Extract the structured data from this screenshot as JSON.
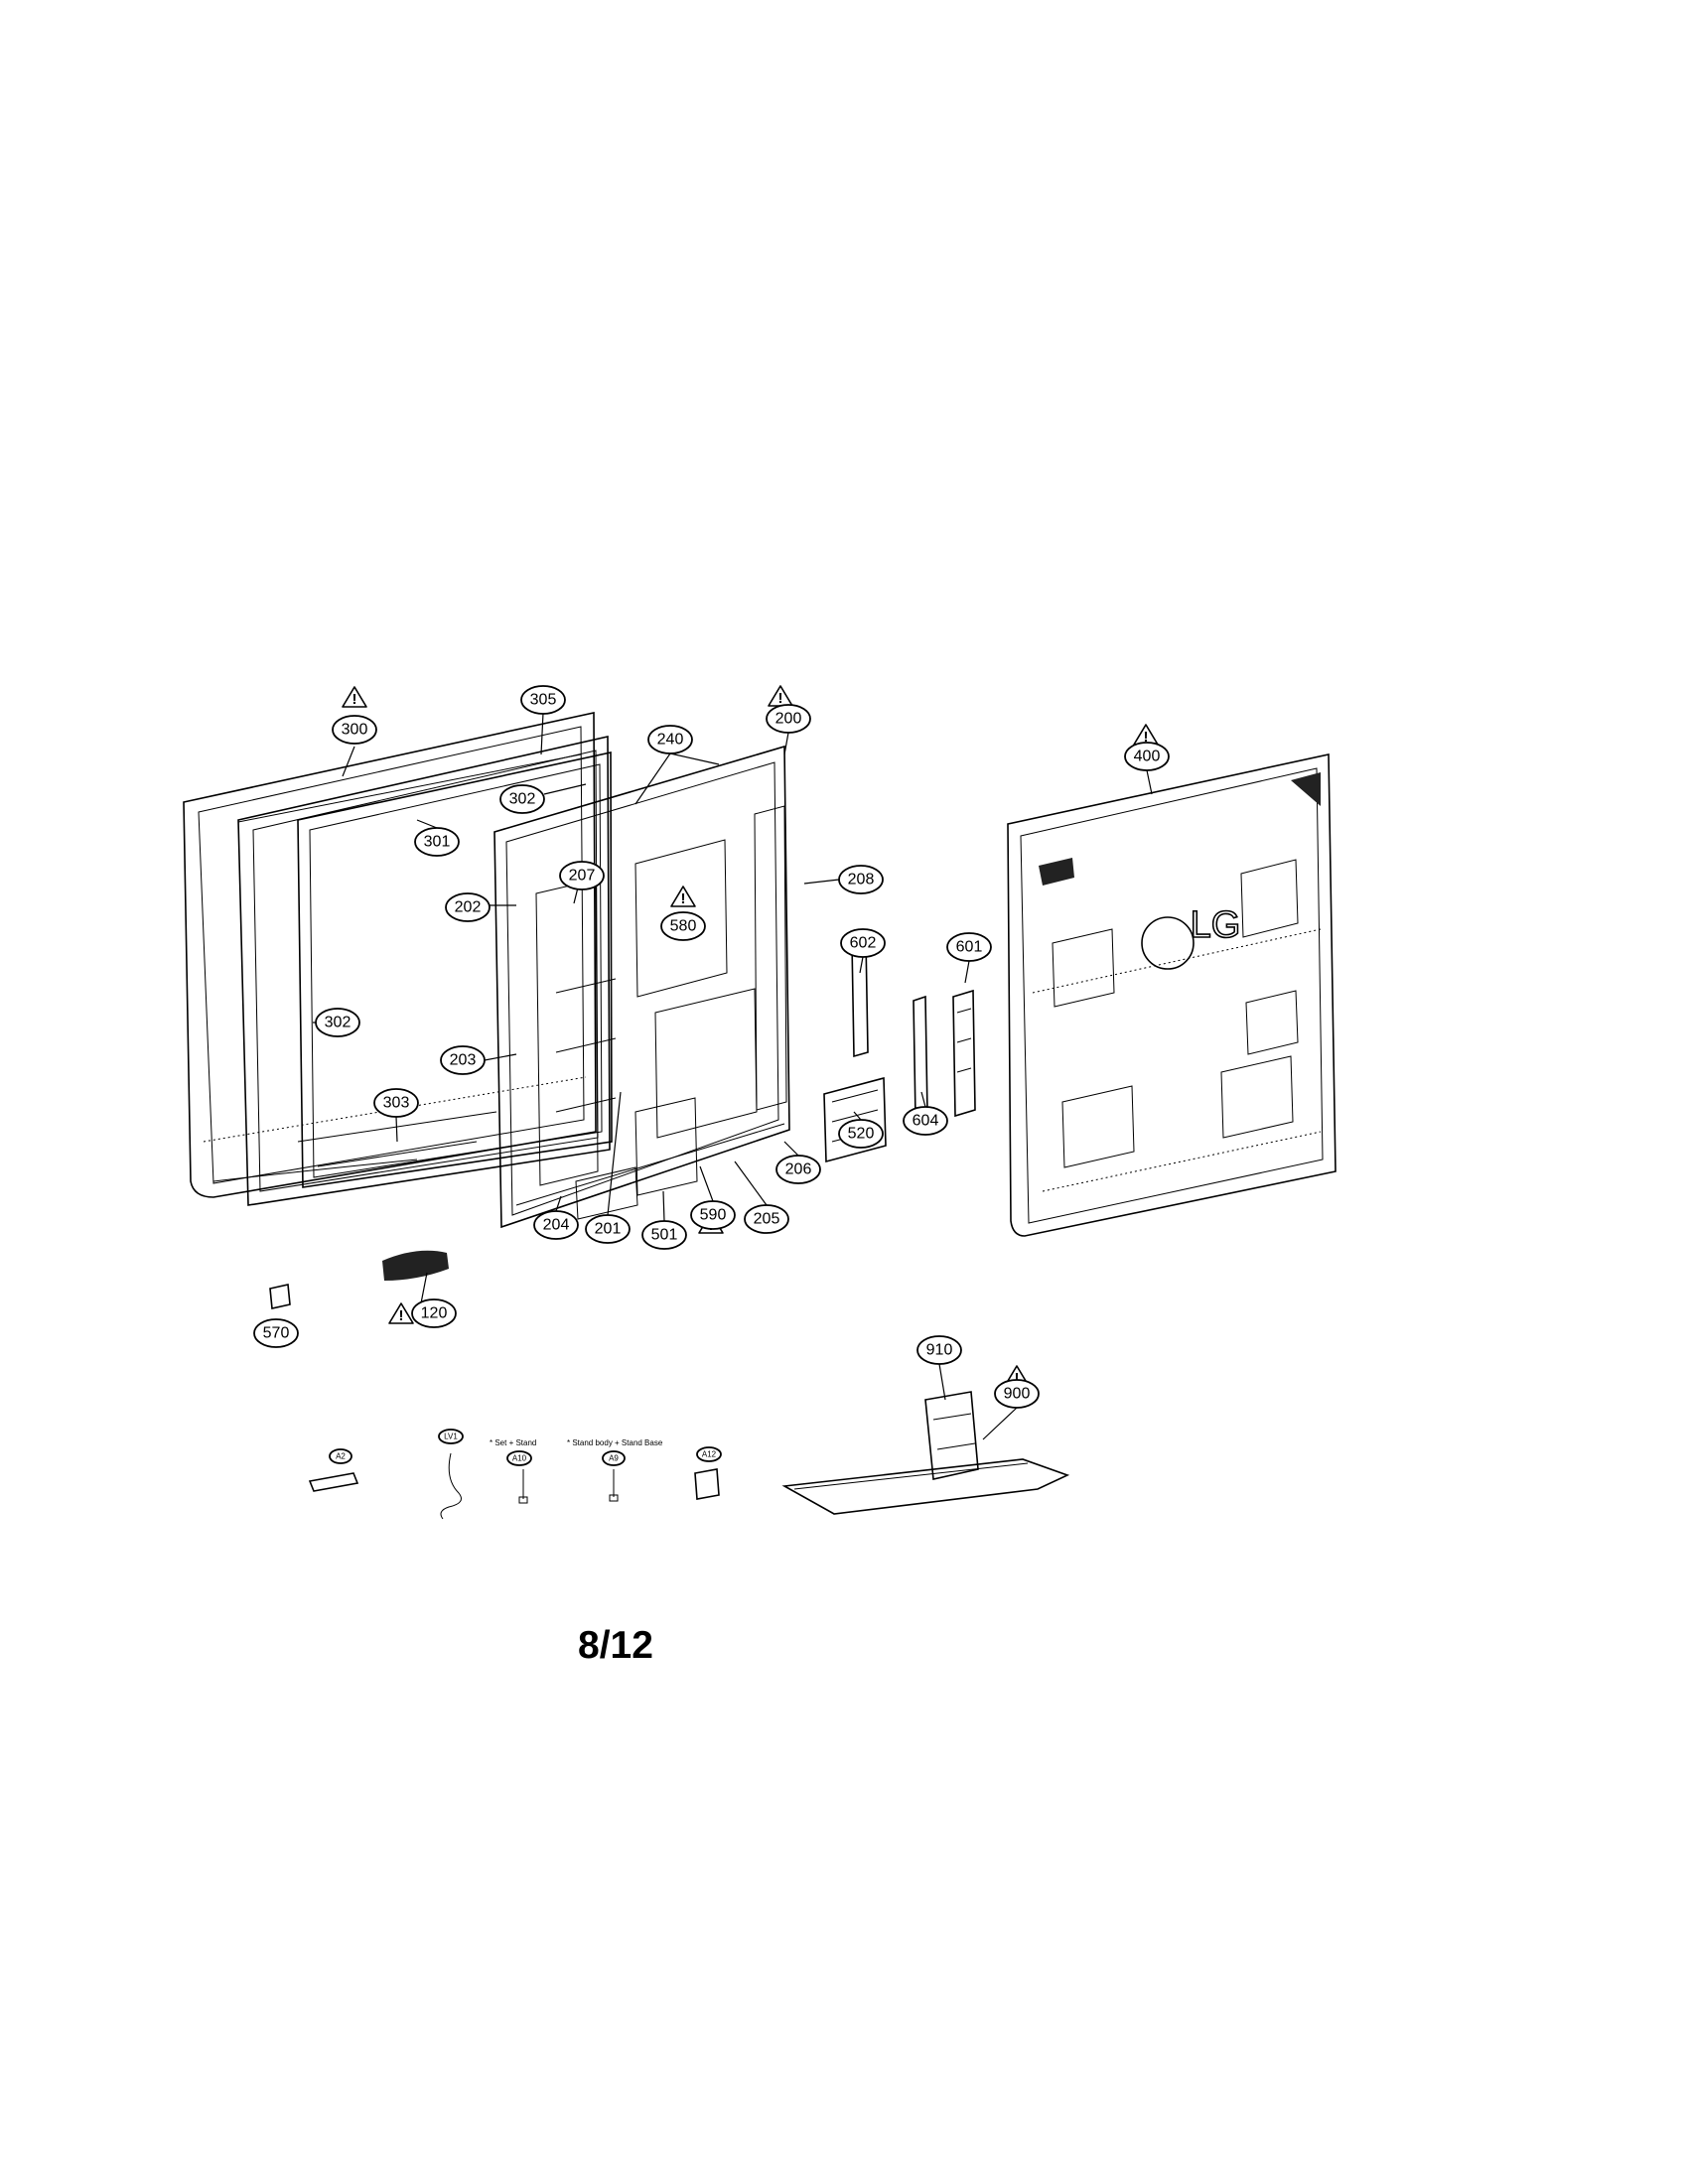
{
  "callouts": [
    "300",
    "305",
    "200",
    "240",
    "302",
    "301",
    "202",
    "207",
    "580",
    "208",
    "400",
    "602",
    "601",
    "302",
    "203",
    "303",
    "520",
    "604",
    "206",
    "204",
    "201",
    "501",
    "590",
    "205",
    "120",
    "570",
    "910",
    "900",
    "A2",
    "LV1",
    "A10",
    "A9",
    "A12"
  ],
  "notes": {
    "set_stand": "* Set + Stand",
    "stand_body": "* Stand body + Stand Base"
  },
  "brand_logo": "LG",
  "warning_symbol": "!",
  "page_number": "8/12"
}
